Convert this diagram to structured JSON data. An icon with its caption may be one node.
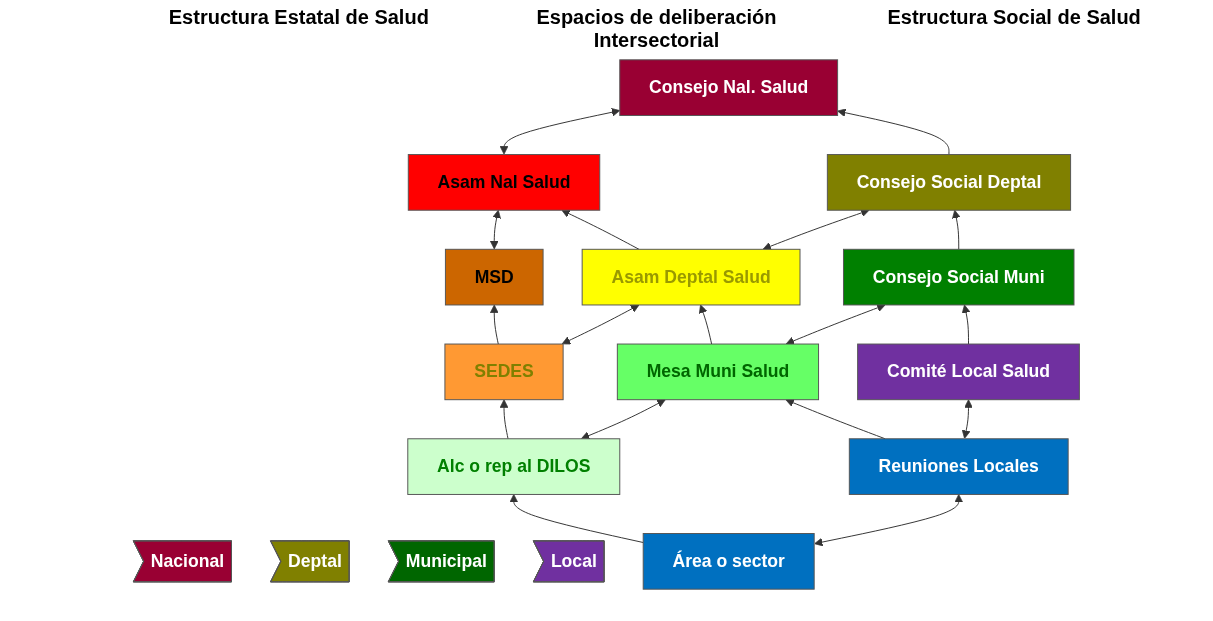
{
  "diagram": {
    "nodes": [
      {
        "text": [
          "Nacional"
        ]
      },
      {
        "text": [
          "MSD"
        ]
      },
      {
        "text": [
          "Asam Nal Salud"
        ]
      },
      {
        "text": [
          "Consejo Nal. Salud"
        ]
      },
      {
        "text": [
          "Deptal"
        ]
      },
      {
        "text": [
          "SEDES"
        ]
      },
      {
        "text": [
          "Asam Deptal Salud"
        ]
      },
      {
        "text": [
          "Consejo Social Deptal"
        ]
      },
      {
        "text": [
          "Municipal"
        ]
      },
      {
        "text": [
          "Alc o rep al DILOS"
        ]
      },
      {
        "text": [
          "Mesa Muni Salud"
        ]
      },
      {
        "text": [
          "Consejo Social Muni"
        ]
      },
      {
        "text": [
          "Local"
        ]
      },
      {
        "text": [
          "Área o sector"
        ]
      },
      {
        "text": [
          "Reuniones Locales"
        ]
      },
      {
        "text": [
          "Comité Local Salud"
        ]
      }
    ],
    "edges": [
      {
        "from": 1,
        "to": 2,
        "arrow": "both"
      },
      {
        "from": 2,
        "to": 3,
        "arrow": "both"
      },
      {
        "from": 5,
        "to": 1,
        "arrow": "to"
      },
      {
        "from": 6,
        "to": 2,
        "arrow": "to"
      },
      {
        "from": 7,
        "to": 3,
        "arrow": "to"
      },
      {
        "from": 5,
        "to": 6,
        "arrow": "both"
      },
      {
        "from": 6,
        "to": 7,
        "arrow": "both"
      },
      {
        "from": 9,
        "to": 5,
        "arrow": "to"
      },
      {
        "from": 10,
        "to": 6,
        "arrow": "to"
      },
      {
        "from": 11,
        "to": 7,
        "arrow": "to"
      },
      {
        "from": 9,
        "to": 10,
        "arrow": "both"
      },
      {
        "from": 10,
        "to": 11,
        "arrow": "both"
      },
      {
        "from": 13,
        "to": 9,
        "arrow": "to"
      },
      {
        "from": 14,
        "to": 10,
        "arrow": "to"
      },
      {
        "from": 15,
        "to": 11,
        "arrow": "to"
      },
      {
        "from": 13,
        "to": 14,
        "arrow": "both"
      },
      {
        "from": 14,
        "to": 15,
        "arrow": "both"
      }
    ],
    "labels": [
      "Estructura Estatal de Salud",
      "Espacios de deliberación Intersectorial",
      "Estructura Social de Salud"
    ]
  }
}
